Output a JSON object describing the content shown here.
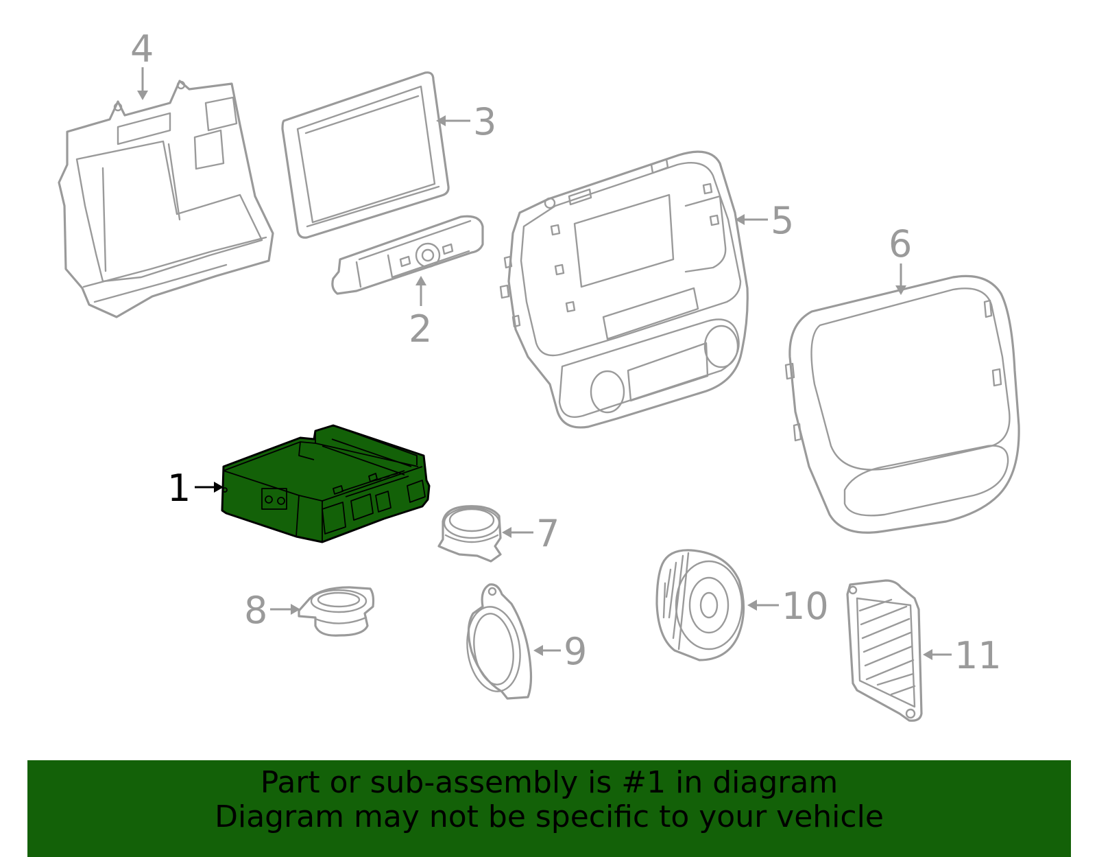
{
  "callouts": [
    {
      "id": "1",
      "label": "1",
      "highlighted": true
    },
    {
      "id": "2",
      "label": "2",
      "highlighted": false
    },
    {
      "id": "3",
      "label": "3",
      "highlighted": false
    },
    {
      "id": "4",
      "label": "4",
      "highlighted": false
    },
    {
      "id": "5",
      "label": "5",
      "highlighted": false
    },
    {
      "id": "6",
      "label": "6",
      "highlighted": false
    },
    {
      "id": "7",
      "label": "7",
      "highlighted": false
    },
    {
      "id": "8",
      "label": "8",
      "highlighted": false
    },
    {
      "id": "9",
      "label": "9",
      "highlighted": false
    },
    {
      "id": "10",
      "label": "10",
      "highlighted": false
    },
    {
      "id": "11",
      "label": "11",
      "highlighted": false
    }
  ],
  "banner": {
    "line1": "Part or sub-assembly is #1 in diagram",
    "line2": "Diagram may not be specific to your vehicle"
  },
  "colors": {
    "highlight": "#136108",
    "outline": "#9a9a9a",
    "banner_bg": "#136108"
  }
}
